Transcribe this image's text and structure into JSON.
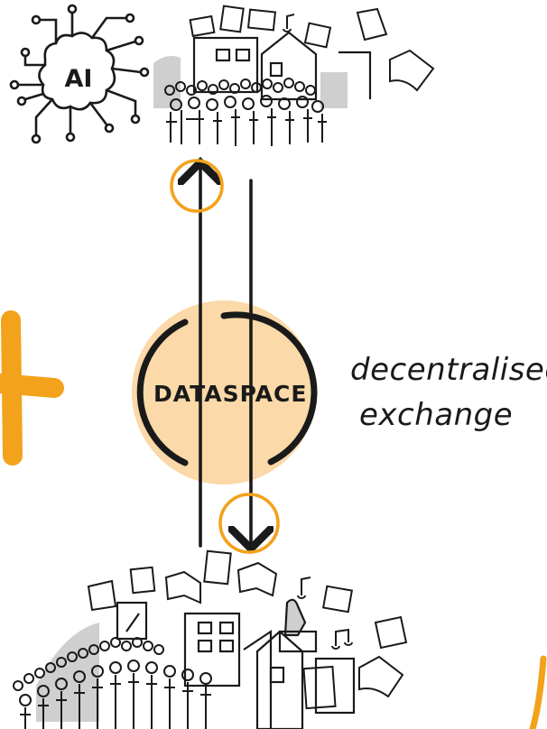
{
  "hub": {
    "label": "DATASPACE"
  },
  "ai_icon": {
    "label": "AI"
  },
  "exchange_text": {
    "line1": "decentralised",
    "line2": "exchange"
  },
  "colors": {
    "ink": "#1a1a1a",
    "accent_orange": "#f2a21b",
    "hub_fill": "#fbd9a8",
    "shade_gray": "#cfcfcf"
  },
  "icons": [
    "ai-brain-icon",
    "crowd-icon",
    "building-icon",
    "book-icon",
    "document-icon",
    "picture-icon",
    "music-note-icon",
    "statue-icon"
  ]
}
